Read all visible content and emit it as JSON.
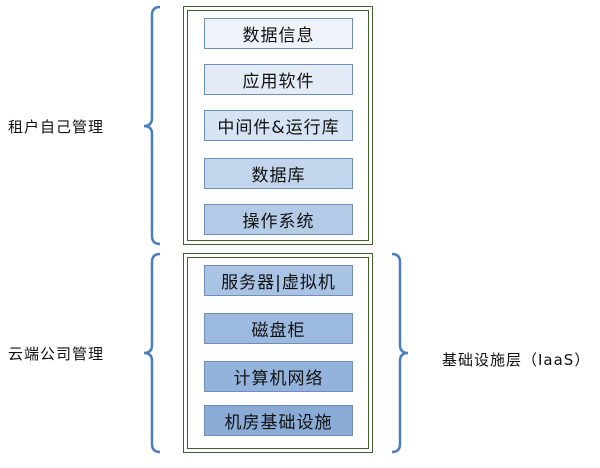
{
  "upper_group": {
    "label": "租户自己管理",
    "layers": [
      {
        "label": "数据信息",
        "fill": "#eef3fb"
      },
      {
        "label": "应用软件",
        "fill": "#e3ebf7"
      },
      {
        "label": "中间件&运行库",
        "fill": "#d6e3f3"
      },
      {
        "label": "数据库",
        "fill": "#c2d5ec"
      },
      {
        "label": "操作系统",
        "fill": "#b4cbe8"
      }
    ]
  },
  "lower_group": {
    "label": "云端公司管理",
    "layers": [
      {
        "label": "服务器|虚拟机",
        "fill": "#a9c3e4"
      },
      {
        "label": "磁盘柜",
        "fill": "#9cbae0"
      },
      {
        "label": "计算机网络",
        "fill": "#93b3dc"
      },
      {
        "label": "机房基础设施",
        "fill": "#8aabd6"
      }
    ]
  },
  "right_label": "基础设施层（IaaS）",
  "colors": {
    "brace": "#4a7fbf",
    "frame": "#3f5f2f"
  }
}
